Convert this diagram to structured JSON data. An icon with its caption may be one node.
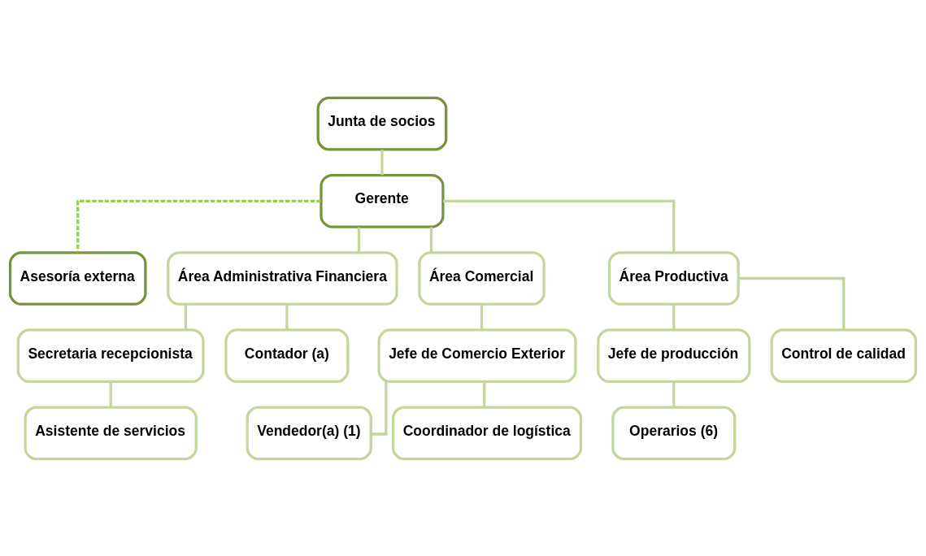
{
  "diagram": {
    "nodes": [
      {
        "text": [
          "Junta de socios"
        ]
      },
      {
        "text": [
          "Gerente"
        ]
      },
      {
        "text": [
          "Asesoría externa"
        ]
      },
      {
        "text": [
          "Área Administrativa Financiera"
        ]
      },
      {
        "text": [
          "Área Comercial"
        ]
      },
      {
        "text": [
          "Área Productiva"
        ]
      },
      {
        "text": [
          "Secretaria recepcionista"
        ]
      },
      {
        "text": [
          "Contador (a)"
        ]
      },
      {
        "text": [
          "Jefe de Comercio Exterior"
        ]
      },
      {
        "text": [
          "Jefe de producción"
        ]
      },
      {
        "text": [
          "Control de calidad"
        ]
      },
      {
        "text": [
          "Asistente de servicios"
        ]
      },
      {
        "text": [
          "Vendedor(a) (1)"
        ]
      },
      {
        "text": [
          "Coordinador de logística"
        ]
      },
      {
        "text": [
          "Operarios (6)"
        ]
      }
    ],
    "edges": [
      {
        "from": 0,
        "to": 1,
        "arrow": "none"
      },
      {
        "from": 1,
        "to": 2,
        "arrow": "none",
        "style": "dashed",
        "color": "#92d050"
      },
      {
        "from": 1,
        "to": 3,
        "arrow": "none"
      },
      {
        "from": 1,
        "to": 4,
        "arrow": "none"
      },
      {
        "from": 1,
        "to": 5,
        "arrow": "none"
      },
      {
        "from": 3,
        "to": 6,
        "arrow": "none"
      },
      {
        "from": 3,
        "to": 7,
        "arrow": "none"
      },
      {
        "from": 4,
        "to": 8,
        "arrow": "none"
      },
      {
        "from": 5,
        "to": 9,
        "arrow": "none"
      },
      {
        "from": 5,
        "to": 10,
        "arrow": "none"
      },
      {
        "from": 6,
        "to": 11,
        "arrow": "none"
      },
      {
        "from": 8,
        "to": 12,
        "arrow": "none"
      },
      {
        "from": 8,
        "to": 13,
        "arrow": "none"
      },
      {
        "from": 9,
        "to": 14,
        "arrow": "none"
      }
    ]
  }
}
